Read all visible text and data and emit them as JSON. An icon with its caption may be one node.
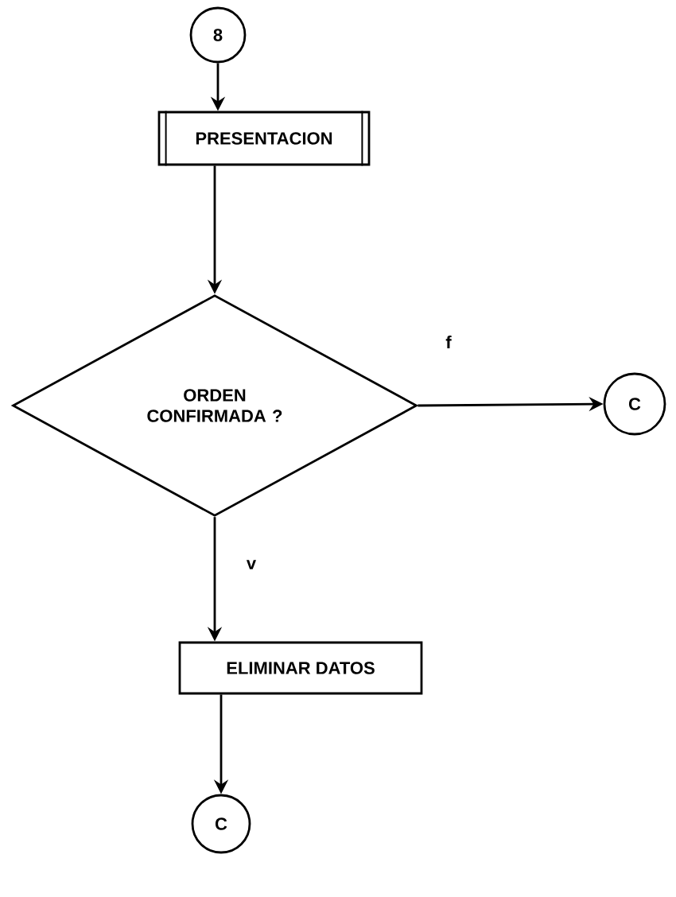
{
  "diagram": {
    "nodes": [
      {
        "text": [
          "8"
        ]
      },
      {
        "text": [
          "PRESENTACION"
        ]
      },
      {
        "text": [
          "ORDEN CONFIRMADA ?"
        ]
      },
      {
        "text": [
          "C"
        ]
      },
      {
        "text": [
          "ELIMINAR DATOS"
        ]
      },
      {
        "text": [
          "C"
        ]
      }
    ],
    "edges": [
      {
        "from": 0,
        "to": 1,
        "arrow": "to"
      },
      {
        "from": 1,
        "to": 2,
        "arrow": "to"
      },
      {
        "from": 2,
        "to": 3,
        "arrow": "to",
        "label": "f"
      },
      {
        "from": 2,
        "to": 4,
        "arrow": "to",
        "label": "v"
      },
      {
        "from": 4,
        "to": 5,
        "arrow": "to"
      }
    ]
  }
}
